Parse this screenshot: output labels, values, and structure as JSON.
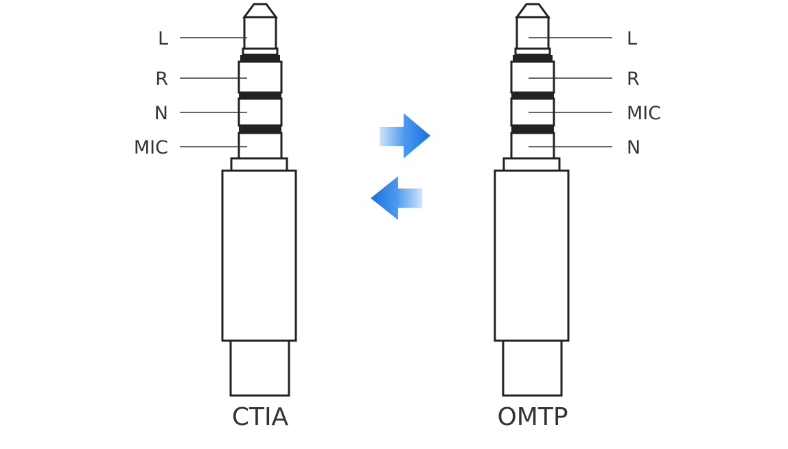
{
  "ctia": {
    "title": "CTIA",
    "labels": [
      "L",
      "R",
      "N",
      "MIC"
    ]
  },
  "omtp": {
    "title": "OMTP",
    "labels": [
      "L",
      "R",
      "MIC",
      "N"
    ]
  },
  "arrows": {
    "color": "#1a73e8",
    "directions": [
      "right",
      "left"
    ]
  }
}
